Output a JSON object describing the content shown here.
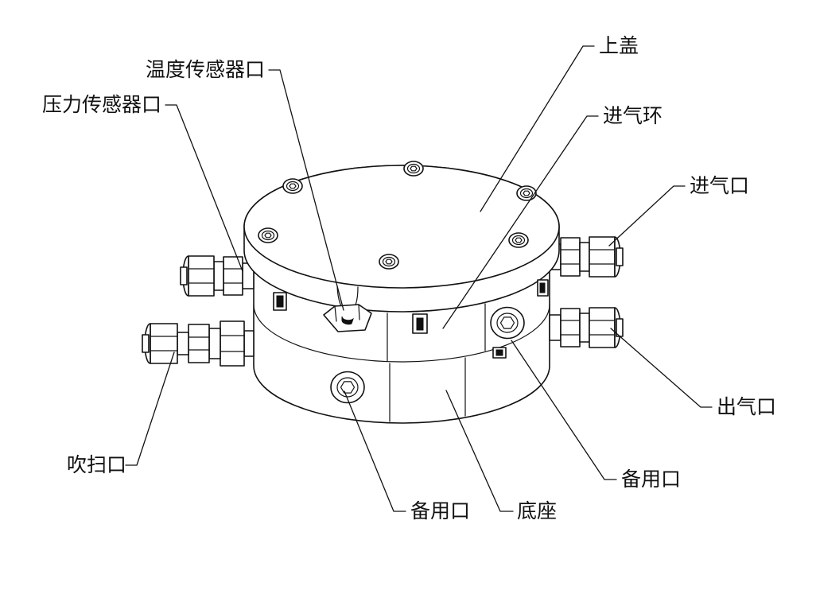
{
  "figure": {
    "background": "#ffffff",
    "line_color": "#111111"
  },
  "labels": [
    {
      "name": "top-cover",
      "text": "上盖"
    },
    {
      "name": "intake-ring",
      "text": "进气环"
    },
    {
      "name": "air-inlet",
      "text": "进气口"
    },
    {
      "name": "air-outlet",
      "text": "出气口"
    },
    {
      "name": "temperature-sensor-port",
      "text": "温度传感器口"
    },
    {
      "name": "pressure-sensor-port",
      "text": "压力传感器口"
    },
    {
      "name": "purge-port",
      "text": "吹扫口"
    },
    {
      "name": "spare-port-bottom",
      "text": "备用口"
    },
    {
      "name": "base",
      "text": "底座"
    },
    {
      "name": "spare-port-right",
      "text": "备用口"
    }
  ]
}
